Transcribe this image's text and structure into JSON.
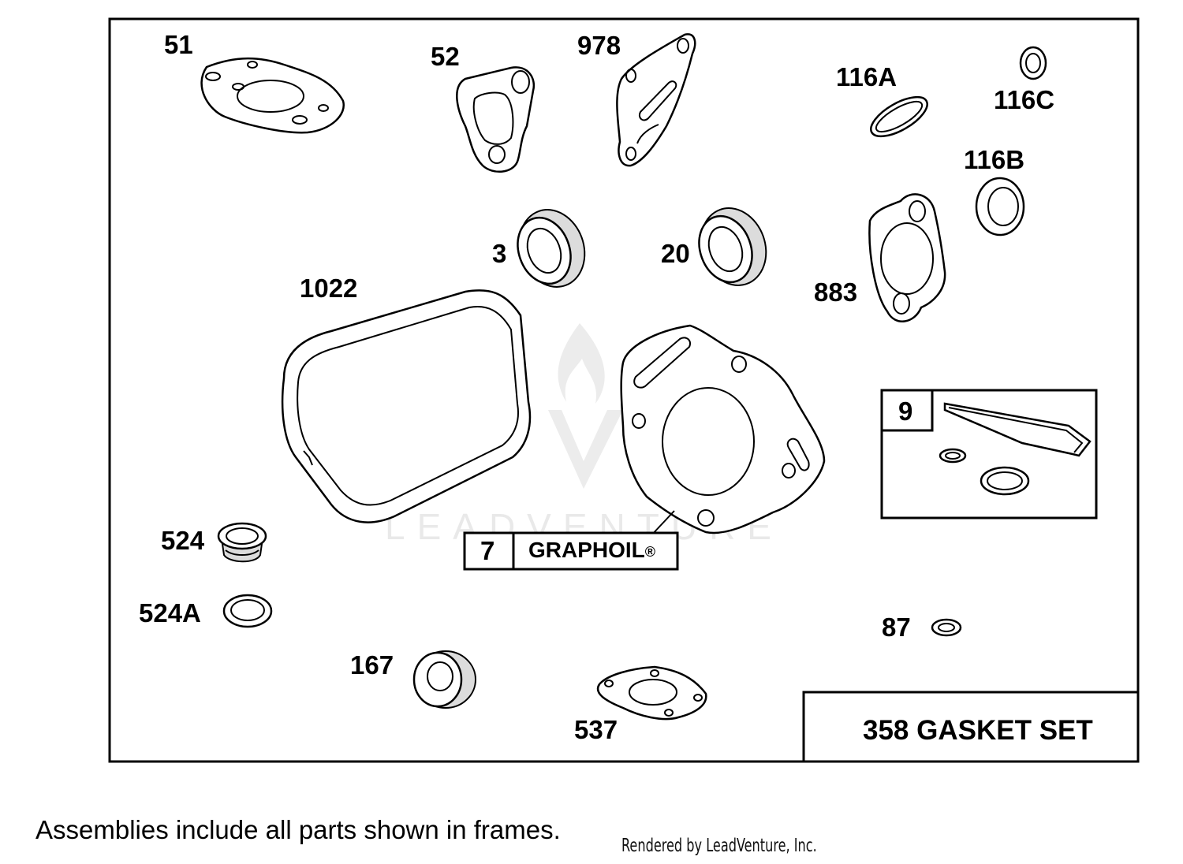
{
  "diagram": {
    "title": "358 GASKET SET",
    "footnote": "Assemblies include all parts shown in frames.",
    "credit": "Rendered by LeadVenture, Inc.",
    "watermark": "LEADVENTURE",
    "parts": [
      {
        "id": "p51",
        "label": "51"
      },
      {
        "id": "p52",
        "label": "52"
      },
      {
        "id": "p978",
        "label": "978"
      },
      {
        "id": "p116A",
        "label": "116A"
      },
      {
        "id": "p116C",
        "label": "116C"
      },
      {
        "id": "p116B",
        "label": "116B"
      },
      {
        "id": "p3",
        "label": "3"
      },
      {
        "id": "p20",
        "label": "20"
      },
      {
        "id": "p883",
        "label": "883"
      },
      {
        "id": "p1022",
        "label": "1022"
      },
      {
        "id": "p524",
        "label": "524"
      },
      {
        "id": "p524A",
        "label": "524A"
      },
      {
        "id": "p167",
        "label": "167"
      },
      {
        "id": "p537",
        "label": "537"
      },
      {
        "id": "p87",
        "label": "87"
      }
    ],
    "kit_7": {
      "number": "7",
      "name": "GRAPHOIL",
      "mark": "®"
    },
    "kit_9": {
      "number": "9"
    },
    "colors": {
      "line": "#000000",
      "background": "#ffffff",
      "watermark": "#e9e9e9"
    }
  }
}
